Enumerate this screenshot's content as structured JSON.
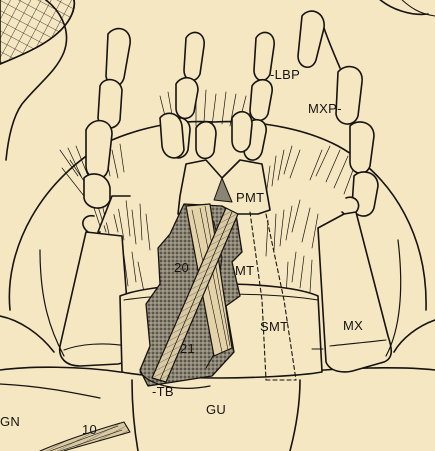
{
  "labels": {
    "lbp": "-LBP",
    "mxp": "MXP-",
    "pmt": "PMT",
    "n20": "20",
    "mt": "MT",
    "smt": "SMT",
    "mx": "MX",
    "n21": "21",
    "tb": "-TB",
    "gu": "GU",
    "gn": "GN",
    "n10": "10"
  },
  "colors": {
    "paper": "#f5e7c1",
    "ink": "#161310",
    "stipple": "#6a6458"
  }
}
